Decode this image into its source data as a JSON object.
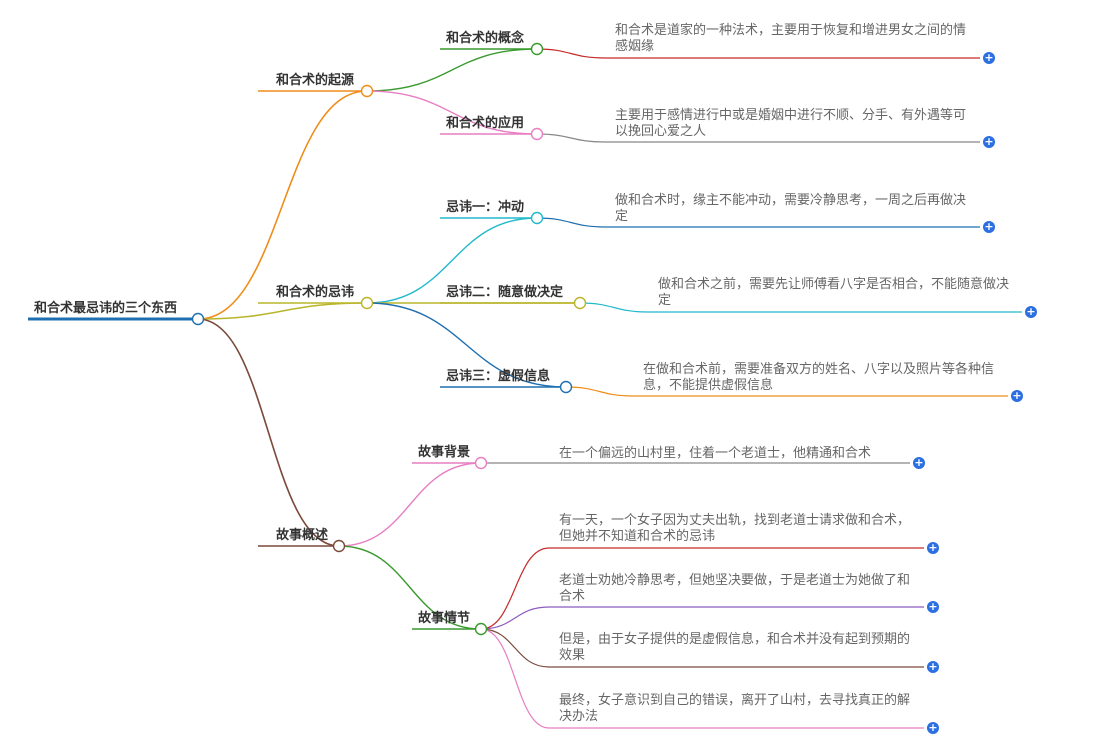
{
  "root": {
    "label": "和合术最忌讳的三个东西"
  },
  "branches": [
    {
      "label": "和合术的起源",
      "color": "#f08c1a",
      "children": [
        {
          "label": "和合术的概念",
          "color": "#3a9a2e",
          "leaves": [
            {
              "text": "和合术是道家的一种法术，主要用于恢复和增进男女之间的情感姻缘",
              "color": "#c62b2b"
            }
          ]
        },
        {
          "label": "和合术的应用",
          "color": "#e77fc2",
          "leaves": [
            {
              "text": "主要用于感情进行中或是婚姻中进行不顺、分手、有外遇等可以挽回心爱之人",
              "color": "#888888"
            }
          ]
        }
      ]
    },
    {
      "label": "和合术的忌讳",
      "color": "#b9b52a",
      "children": [
        {
          "label": "忌讳一：冲动",
          "color": "#22b9cc",
          "leaves": [
            {
              "text": "做和合术时，缘主不能冲动，需要冷静思考，一周之后再做决定",
              "color": "#1f6fb0"
            }
          ]
        },
        {
          "label": "忌讳二：随意做决定",
          "color": "#b9b52a",
          "leaves": [
            {
              "text": "做和合术之前，需要先让师傅看八字是否相合，不能随意做决定",
              "color": "#22b9cc"
            }
          ]
        },
        {
          "label": "忌讳三：虚假信息",
          "color": "#1f6fb0",
          "leaves": [
            {
              "text": "在做和合术前，需要准备双方的姓名、八字以及照片等各种信息，不能提供虚假信息",
              "color": "#f08c1a"
            }
          ]
        }
      ]
    },
    {
      "label": "故事概述",
      "color": "#7a4a3a",
      "children": [
        {
          "label": "故事背景",
          "color": "#e77fc2",
          "leaves": [
            {
              "text": "在一个偏远的山村里，住着一个老道士，他精通和合术",
              "color": "#888888"
            }
          ]
        },
        {
          "label": "故事情节",
          "color": "#3a9a2e",
          "leaves": [
            {
              "text": "有一天，一个女子因为丈夫出轨，找到老道士请求做和合术，但她并不知道和合术的忌讳",
              "color": "#c62b2b"
            },
            {
              "text": "老道士劝她冷静思考，但她坚决要做，于是老道士为她做了和合术",
              "color": "#8e5cc0"
            },
            {
              "text": "但是，由于女子提供的是虚假信息，和合术并没有起到预期的效果",
              "color": "#7a4a3a"
            },
            {
              "text": "最终，女子意识到自己的错误，离开了山村，去寻找真正的解决办法",
              "color": "#e77fc2"
            }
          ]
        }
      ]
    }
  ],
  "rootColor": "#1f6fb0",
  "expandIcon": "plus-circle-icon"
}
